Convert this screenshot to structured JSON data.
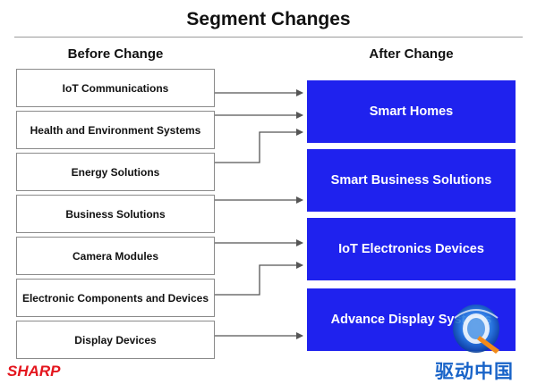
{
  "title": "Segment Changes",
  "before": {
    "heading": "Before Change",
    "items": [
      "IoT Communications",
      "Health and Environment Systems",
      "Energy Solutions",
      "Business Solutions",
      "Camera Modules",
      "Electronic Components and Devices",
      "Display Devices"
    ]
  },
  "after": {
    "heading": "After Change",
    "items": [
      "Smart Homes",
      "Smart Business Solutions",
      "IoT Electronics Devices",
      "Advance Display Systems"
    ]
  },
  "mapping": [
    {
      "from": "IoT Communications",
      "to": "Smart Homes"
    },
    {
      "from": "Health and Environment Systems",
      "to": "Smart Homes"
    },
    {
      "from": "Energy Solutions",
      "to": "Smart Homes"
    },
    {
      "from": "Business Solutions",
      "to": "Smart Business Solutions"
    },
    {
      "from": "Camera Modules",
      "to": "IoT Electronics Devices"
    },
    {
      "from": "Electronic Components and Devices",
      "to": "IoT Electronics Devices"
    },
    {
      "from": "Display Devices",
      "to": "Advance Display Systems"
    }
  ],
  "brand": {
    "logo": "SHARP",
    "logo_color": "#e4161e"
  },
  "watermark": {
    "text": "驱动中国",
    "color": "#1863c8"
  },
  "colors": {
    "segment_fill": "#1f22ee",
    "segment_text": "#ffffff",
    "arrow": "#555555"
  }
}
